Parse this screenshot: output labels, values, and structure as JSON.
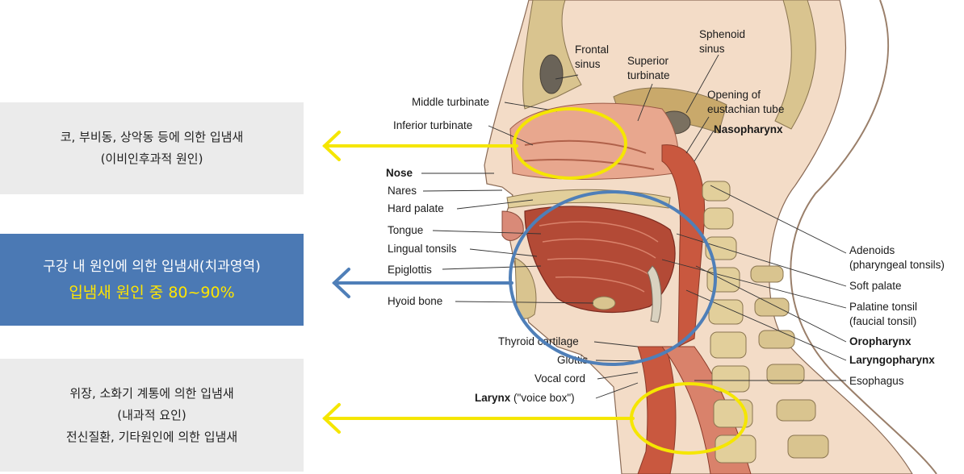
{
  "boxes": {
    "nose": {
      "line1": "코, 부비동, 상악동 등에 의한 입냄새",
      "line2": "(이비인후과적 원인)"
    },
    "oral": {
      "line1": "구강 내 원인에 의한 입냄새(치과영역)",
      "line2": "입냄새 원인 중 80~90%"
    },
    "systemic": {
      "line1": "위장, 소화기 계통에 의한 입냄새",
      "line2": "(내과적 요인)",
      "line3": "전신질환, 기타원인에 의한 입냄새"
    }
  },
  "labels": {
    "frontal_sinus": [
      "Frontal",
      "sinus"
    ],
    "superior_turbinate": [
      "Superior",
      "turbinate"
    ],
    "sphenoid_sinus": [
      "Sphenoid",
      "sinus"
    ],
    "middle_turbinate": "Middle turbinate",
    "opening_eustachian": [
      "Opening of",
      "eustachian tube"
    ],
    "inferior_turbinate": "Inferior turbinate",
    "nasopharynx": "Nasopharynx",
    "nose": "Nose",
    "nares": "Nares",
    "hard_palate": "Hard palate",
    "tongue": "Tongue",
    "lingual_tonsils": "Lingual tonsils",
    "epiglottis": "Epiglottis",
    "hyoid_bone": "Hyoid bone",
    "thyroid_cartilage": "Thyroid cartilage",
    "glottis": "Glottis",
    "vocal_cord": "Vocal cord",
    "larynx_bold": "Larynx",
    "larynx_note": " (\"voice box\")",
    "adenoids": [
      "Adenoids",
      "(pharyngeal tonsils)"
    ],
    "soft_palate": "Soft palate",
    "palatine_tonsil": [
      "Palatine tonsil",
      "(faucial tonsil)"
    ],
    "oropharynx": "Oropharynx",
    "laryngopharynx": "Laryngopharynx",
    "esophagus": "Esophagus"
  },
  "colors": {
    "yellow_marker": "#f5e600",
    "blue_marker": "#4f7fb8",
    "blue_box": "#4b79b4",
    "grey_box": "#ebebeb",
    "highlight_text": "#ffe500"
  }
}
